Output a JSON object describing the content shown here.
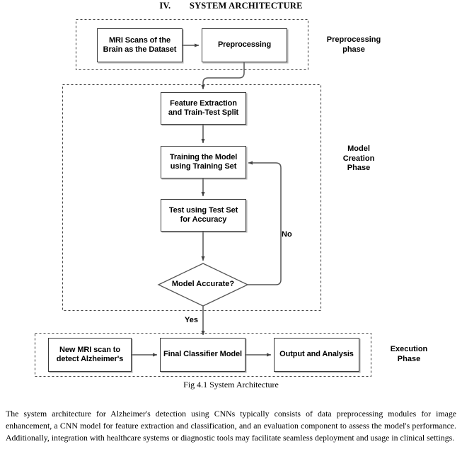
{
  "section": {
    "number": "IV.",
    "title": "SYSTEM ARCHITECTURE",
    "heading_full": "IV.        SYSTEM ARCHITECTURE"
  },
  "figure": {
    "caption": "Fig 4.1 System Architecture"
  },
  "diagram": {
    "type": "flowchart",
    "phases": [
      {
        "id": "preprocessing",
        "label": "Preprocessing\nphase"
      },
      {
        "id": "model-creation",
        "label": "Model\nCreation\nPhase"
      },
      {
        "id": "execution",
        "label": "Execution\nPhase"
      }
    ],
    "nodes": [
      {
        "id": "mri-scans",
        "shape": "process",
        "label": "MRI Scans of the Brain as the Dataset",
        "phase": "preprocessing"
      },
      {
        "id": "preprocessing-step",
        "shape": "process",
        "label": "Preprocessing",
        "phase": "preprocessing"
      },
      {
        "id": "feature-extraction",
        "shape": "process",
        "label": "Feature Extraction and Train-Test Split",
        "phase": "model-creation"
      },
      {
        "id": "training-model",
        "shape": "process",
        "label": "Training the Model using Training Set",
        "phase": "model-creation"
      },
      {
        "id": "test-accuracy",
        "shape": "process",
        "label": "Test using Test Set for Accuracy",
        "phase": "model-creation"
      },
      {
        "id": "model-accurate",
        "shape": "decision",
        "label": "Model Accurate?",
        "phase": "model-creation"
      },
      {
        "id": "new-mri-scan",
        "shape": "process",
        "label": "New MRI scan to detect Alzheimer's",
        "phase": "execution"
      },
      {
        "id": "final-classifier",
        "shape": "process",
        "label": "Final Classifier Model",
        "phase": "execution"
      },
      {
        "id": "output-analysis",
        "shape": "process",
        "label": "Output and Analysis",
        "phase": "execution"
      }
    ],
    "edges": [
      {
        "from": "mri-scans",
        "to": "preprocessing-step",
        "label": ""
      },
      {
        "from": "preprocessing-step",
        "to": "feature-extraction",
        "label": ""
      },
      {
        "from": "feature-extraction",
        "to": "training-model",
        "label": ""
      },
      {
        "from": "training-model",
        "to": "test-accuracy",
        "label": ""
      },
      {
        "from": "test-accuracy",
        "to": "model-accurate",
        "label": ""
      },
      {
        "from": "model-accurate",
        "to": "training-model",
        "label": "No"
      },
      {
        "from": "model-accurate",
        "to": "final-classifier",
        "label": "Yes"
      },
      {
        "from": "new-mri-scan",
        "to": "final-classifier",
        "label": ""
      },
      {
        "from": "final-classifier",
        "to": "output-analysis",
        "label": ""
      }
    ],
    "edge_labels": {
      "no": "No",
      "yes": "Yes"
    },
    "colors": {
      "box_border": "#3a3a3a",
      "box_fill": "#ffffff",
      "connector": "#555555",
      "dashed_group": "#444444",
      "text": "#000000"
    }
  },
  "body": {
    "paragraph": "The system architecture for Alzheimer's detection using CNNs typically consists of data preprocessing modules for image enhancement, a CNN model for feature extraction and classification, and an evaluation component to assess the model's performance. Additionally, integration with healthcare systems or diagnostic tools may facilitate seamless deployment and usage in clinical settings."
  }
}
